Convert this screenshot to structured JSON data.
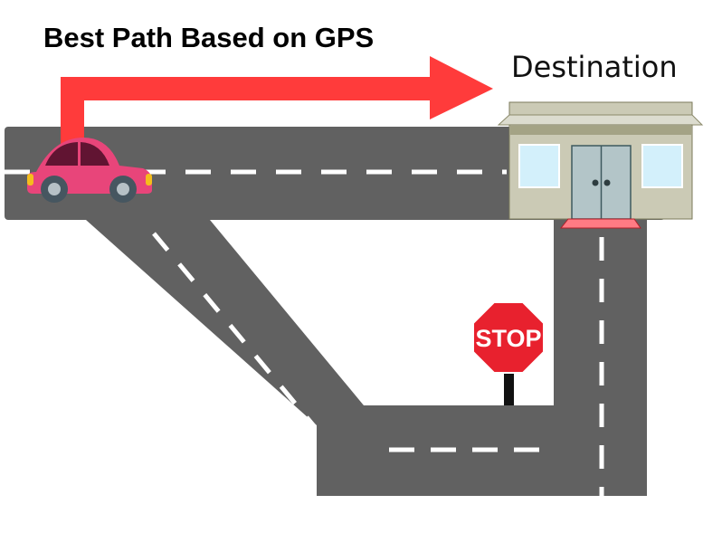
{
  "title": "Best Path Based on GPS",
  "destination_label": "Destination",
  "stop_sign_text": "STOP",
  "colors": {
    "road": "#616161",
    "arrow": "#ff3b3b",
    "car": "#e8457a",
    "stop": "#e8212e",
    "building": "#cbcab5"
  }
}
